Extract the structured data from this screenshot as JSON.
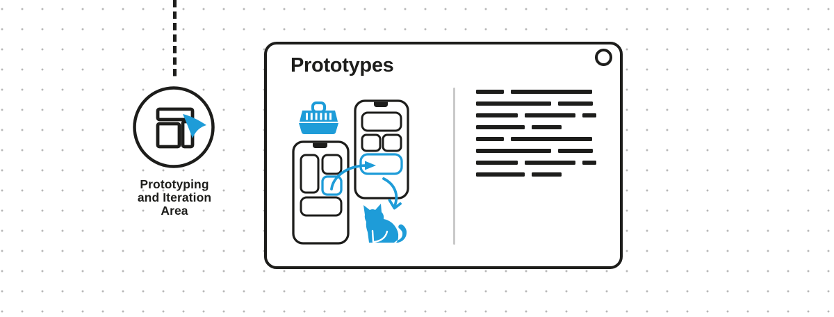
{
  "colors": {
    "ink": "#1d1d1b",
    "accent": "#1e9cd8",
    "divider": "#c9c9c9",
    "dots": "#b7b7b7",
    "background": "#ffffff"
  },
  "marker": {
    "icon": "wireframe-cursor-icon",
    "label_lines": [
      "Prototyping",
      "and Iteration",
      "Area"
    ]
  },
  "card": {
    "title": "Prototypes",
    "pin_icon": "pin-hole-icon",
    "illustration": {
      "icons": [
        "pet-carrier-icon",
        "phone-wireframe-left",
        "phone-wireframe-right",
        "transfer-arrow",
        "result-arrow",
        "cat-icon"
      ]
    },
    "placeholder_text": {
      "paragraphs": [
        {
          "lines": [
            [
              40,
              117
            ],
            [
              108,
              50
            ],
            [
              60,
              73,
              20
            ],
            [
              70,
              43
            ]
          ]
        },
        {
          "lines": [
            [
              40,
              117
            ],
            [
              108,
              50
            ],
            [
              60,
              73,
              20
            ],
            [
              70,
              43
            ]
          ]
        }
      ]
    }
  }
}
